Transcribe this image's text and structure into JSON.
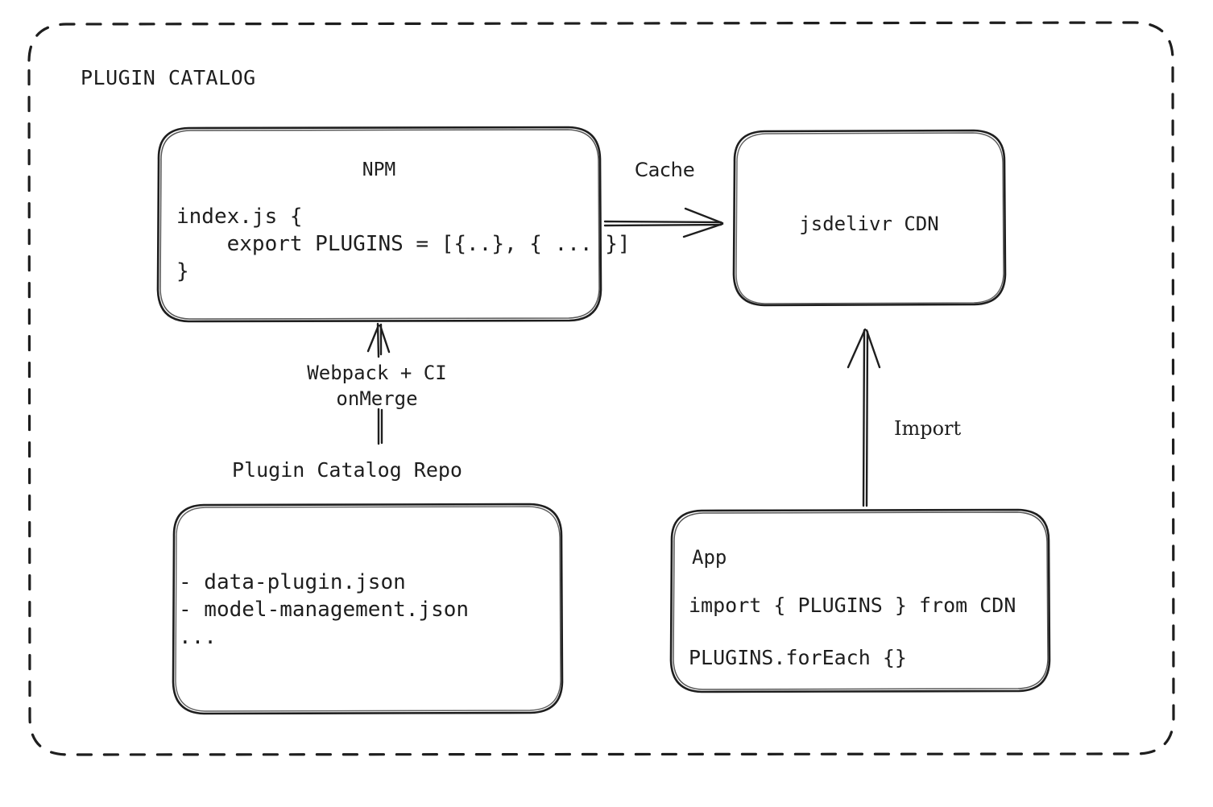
{
  "diagram": {
    "group_title": "PLUGIN CATALOG",
    "stroke_color": "#1e1e1e",
    "background_color": "#ffffff",
    "nodes": {
      "npm": {
        "title": "NPM",
        "code_line_1": "index.js {",
        "code_line_2": "    export PLUGINS = [{..}, { ... }]",
        "code_line_3": "}"
      },
      "cdn": {
        "title": "jsdelivr CDN"
      },
      "repo": {
        "caption": "Plugin Catalog Repo",
        "item_1": "- data-plugin.json",
        "item_2": "- model-management.json",
        "item_3": "..."
      },
      "app": {
        "title": "App",
        "code_line_1": "import { PLUGINS } from CDN",
        "code_line_2": "PLUGINS.forEach {}"
      }
    },
    "edges": {
      "cache": "Cache",
      "webpack_line_1": "Webpack + CI",
      "webpack_line_2": "onMerge",
      "import": "Import"
    }
  }
}
